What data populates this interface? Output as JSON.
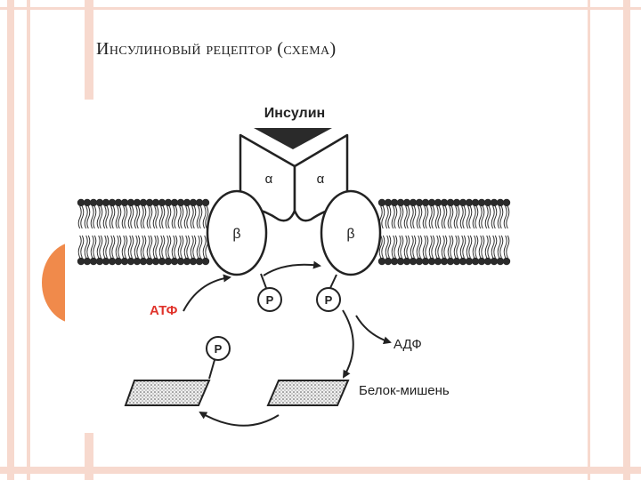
{
  "slide": {
    "title": "Инсулиновый рецептор (схема)"
  },
  "diagram": {
    "insulin_label": "Инсулин",
    "alpha_left": "α",
    "alpha_right": "α",
    "beta_left": "β",
    "beta_right": "β",
    "phosphate_1": "P",
    "phosphate_2": "P",
    "phosphate_3": "P",
    "atp_label": "АТФ",
    "adp_label": "АДФ",
    "target_protein_label": "Белок-мишень",
    "atp_color": "#e0332b"
  }
}
